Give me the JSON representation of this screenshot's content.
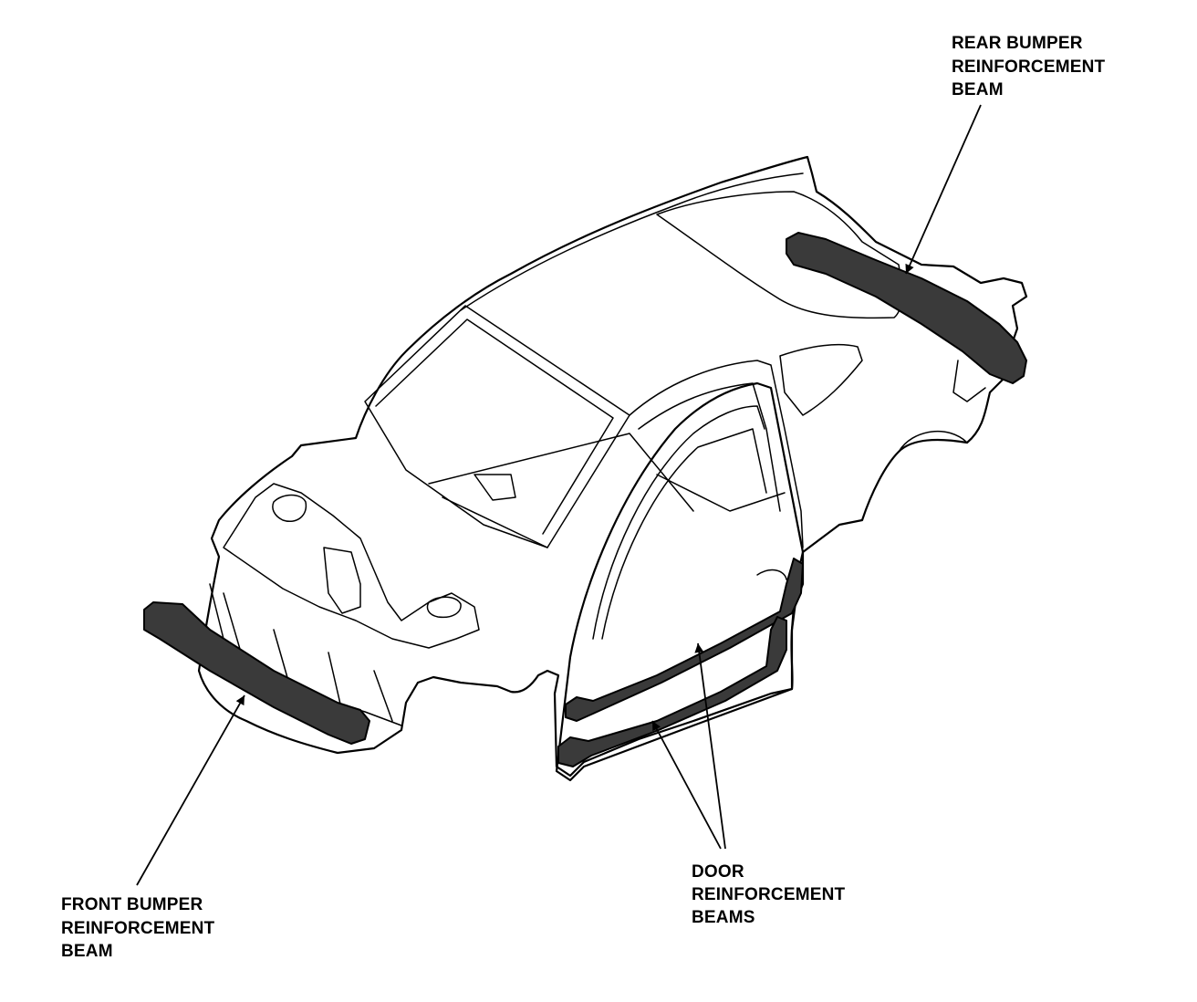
{
  "labels": {
    "rear_bumper": [
      "REAR BUMPER",
      "REINFORCEMENT",
      "BEAM"
    ],
    "front_bumper": [
      "FRONT BUMPER",
      "REINFORCEMENT",
      "BEAM"
    ],
    "door_beams": [
      "DOOR",
      "REINFORCEMENT",
      "BEAMS"
    ]
  },
  "colors": {
    "ink": "#000000",
    "beam_fill": "#3a3a3a",
    "background": "#ffffff"
  }
}
